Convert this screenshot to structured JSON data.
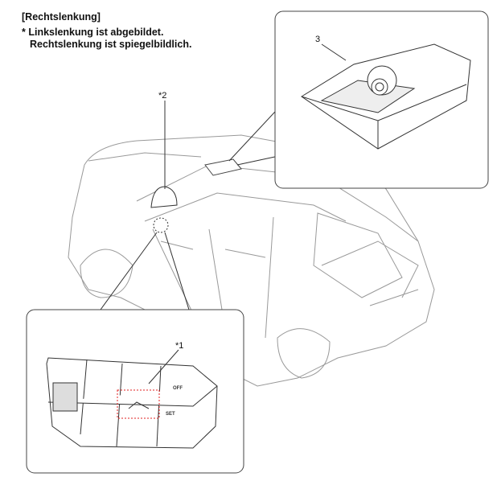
{
  "header": {
    "title": "[Rechtslenkung]",
    "note_line1": "* Linkslenkung ist abgebildet.",
    "note_line2": "Rechtslenkung ist spiegelbildlich."
  },
  "callouts": {
    "camera_ref": "*2",
    "camera_part": "3",
    "switch_ref": "*1"
  },
  "switch_panel": {
    "off_label": "OFF",
    "set_label": "SET"
  },
  "colors": {
    "highlight": "#e02020",
    "line": "#555555"
  }
}
